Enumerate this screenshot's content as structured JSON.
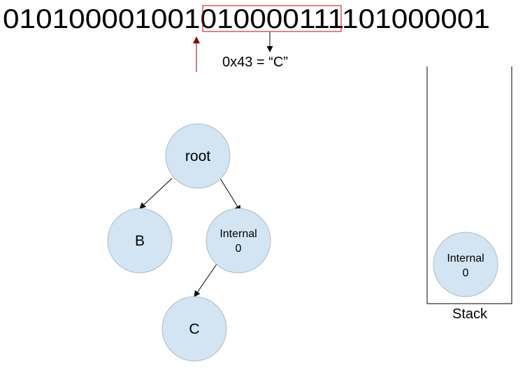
{
  "bitstream": {
    "prefix": "0101000010010",
    "highlighted": "1000011",
    "suffix": "1101000001",
    "highlight_color": "#cc0000",
    "pointer_color": "#8b0000"
  },
  "decode_label": "0x43 = “C”",
  "tree": {
    "root": "root",
    "left": "B",
    "right_line1": "Internal",
    "right_line2": "0",
    "right_left": "C"
  },
  "stack": {
    "label": "Stack",
    "item_line1": "Internal",
    "item_line2": "0"
  },
  "colors": {
    "node_fill": "#d3e5f3",
    "node_stroke": "#aabdcc"
  }
}
